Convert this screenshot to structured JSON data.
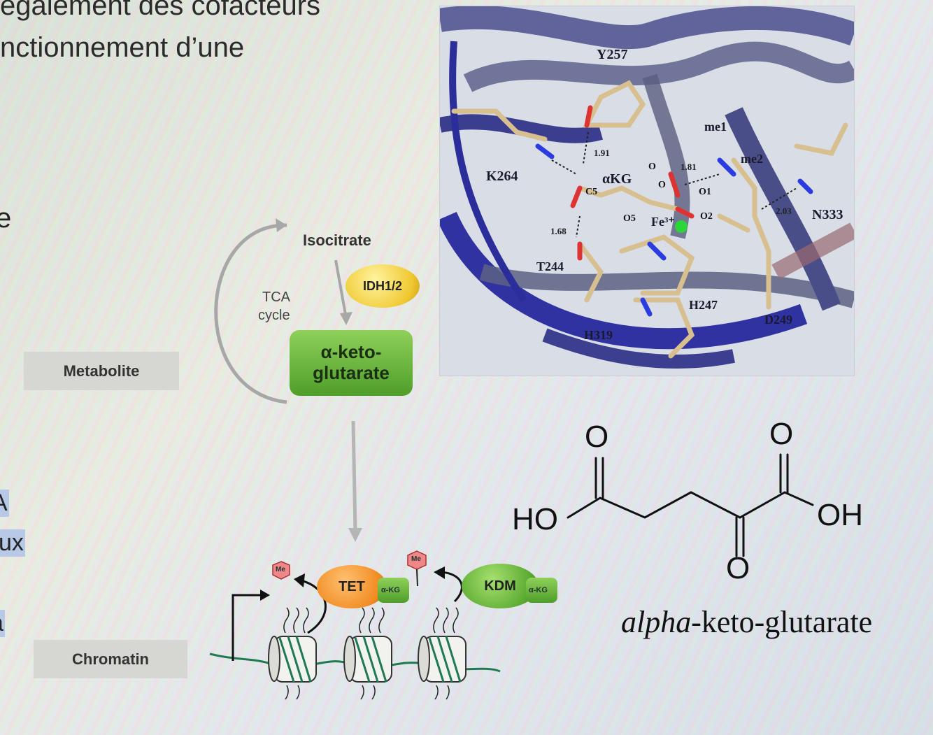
{
  "slide": {
    "line1": "également des cofacteurs",
    "line2": "nctionnement d’une",
    "frag_e": "e",
    "frag_a": "A",
    "frag_ux": "ux",
    "frag_a2": "a"
  },
  "pathway": {
    "metabolite_label": "Metabolite",
    "chromatin_label": "Chromatin",
    "isocitrate": "Isocitrate",
    "tca": "TCA",
    "cycle": "cycle",
    "idh": "IDH1/2",
    "akg_line1": "α-keto-",
    "akg_line2": "glutarate",
    "tet": "TET",
    "kdm": "KDM",
    "me1": "Me",
    "me2": "Me",
    "akg_small1": "α-KG",
    "akg_small2": "α-KG"
  },
  "protein": {
    "residues": {
      "y257": "Y257",
      "k264": "K264",
      "akg": "αKG",
      "me1": "me1",
      "me2": "me2",
      "n333": "N333",
      "t244": "T244",
      "h247": "H247",
      "h319": "H319",
      "d249": "D249",
      "fe": "Fe³⁺",
      "c5": "C5"
    },
    "distances": {
      "d1": "1.91",
      "d2": "1.81",
      "d3": "1.68",
      "d4": "2.03"
    },
    "atoms": {
      "o_top1": "O",
      "o_top2": "O",
      "o1": "O1",
      "o2": "O2",
      "o5": "O5"
    }
  },
  "molecule": {
    "o_left_top": "O",
    "o_right_top": "O",
    "o_bottom": "O",
    "ho": "HO",
    "oh": "OH",
    "name_italic": "alpha",
    "name_rest": "-keto-glutarate"
  }
}
